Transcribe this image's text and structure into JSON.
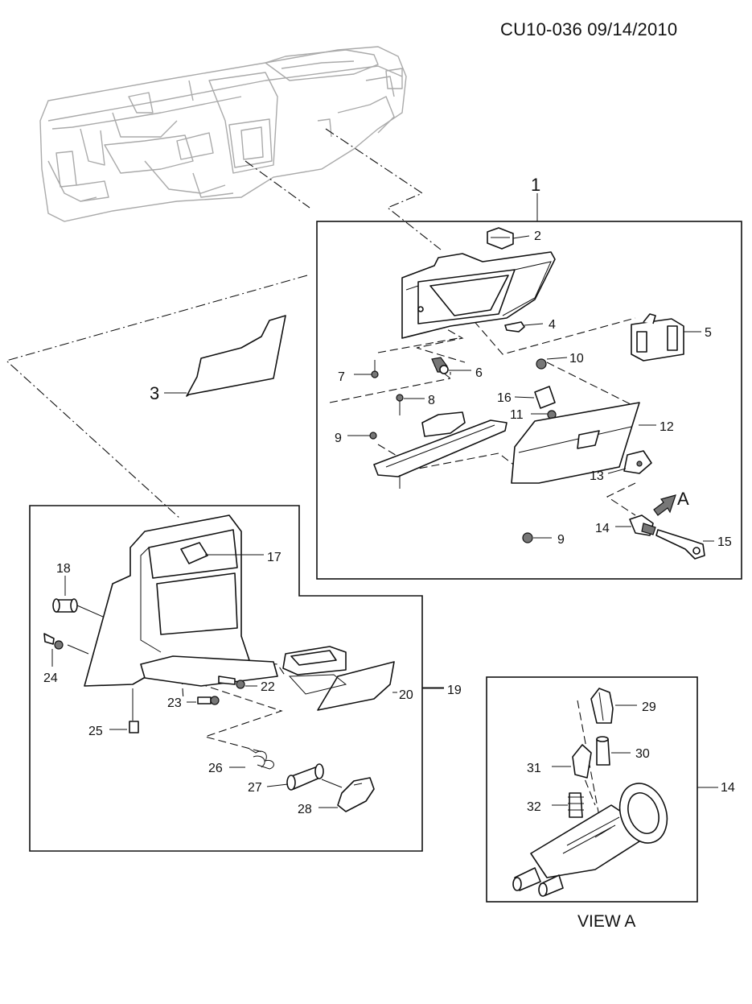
{
  "header": {
    "doc_ref": "CU10-036 09/14/2010"
  },
  "view_caption": "VIEW A",
  "arrow_label": "A",
  "callouts": {
    "c1": "1",
    "c2": "2",
    "c3": "3",
    "c4": "4",
    "c5": "5",
    "c6": "6",
    "c7": "7",
    "c8": "8",
    "c9a": "9",
    "c9b": "9",
    "c10": "10",
    "c11": "11",
    "c12": "12",
    "c13": "13",
    "c14a": "14",
    "c14b": "14",
    "c15": "15",
    "c16": "16",
    "c17": "17",
    "c18": "18",
    "c19": "19",
    "c20": "20",
    "c21": "22",
    "c22": "23",
    "c24": "24",
    "c25": "25",
    "c26": "26",
    "c27": "27",
    "c28": "28",
    "c29": "29",
    "c30": "30",
    "c31": "31",
    "c32": "32"
  }
}
